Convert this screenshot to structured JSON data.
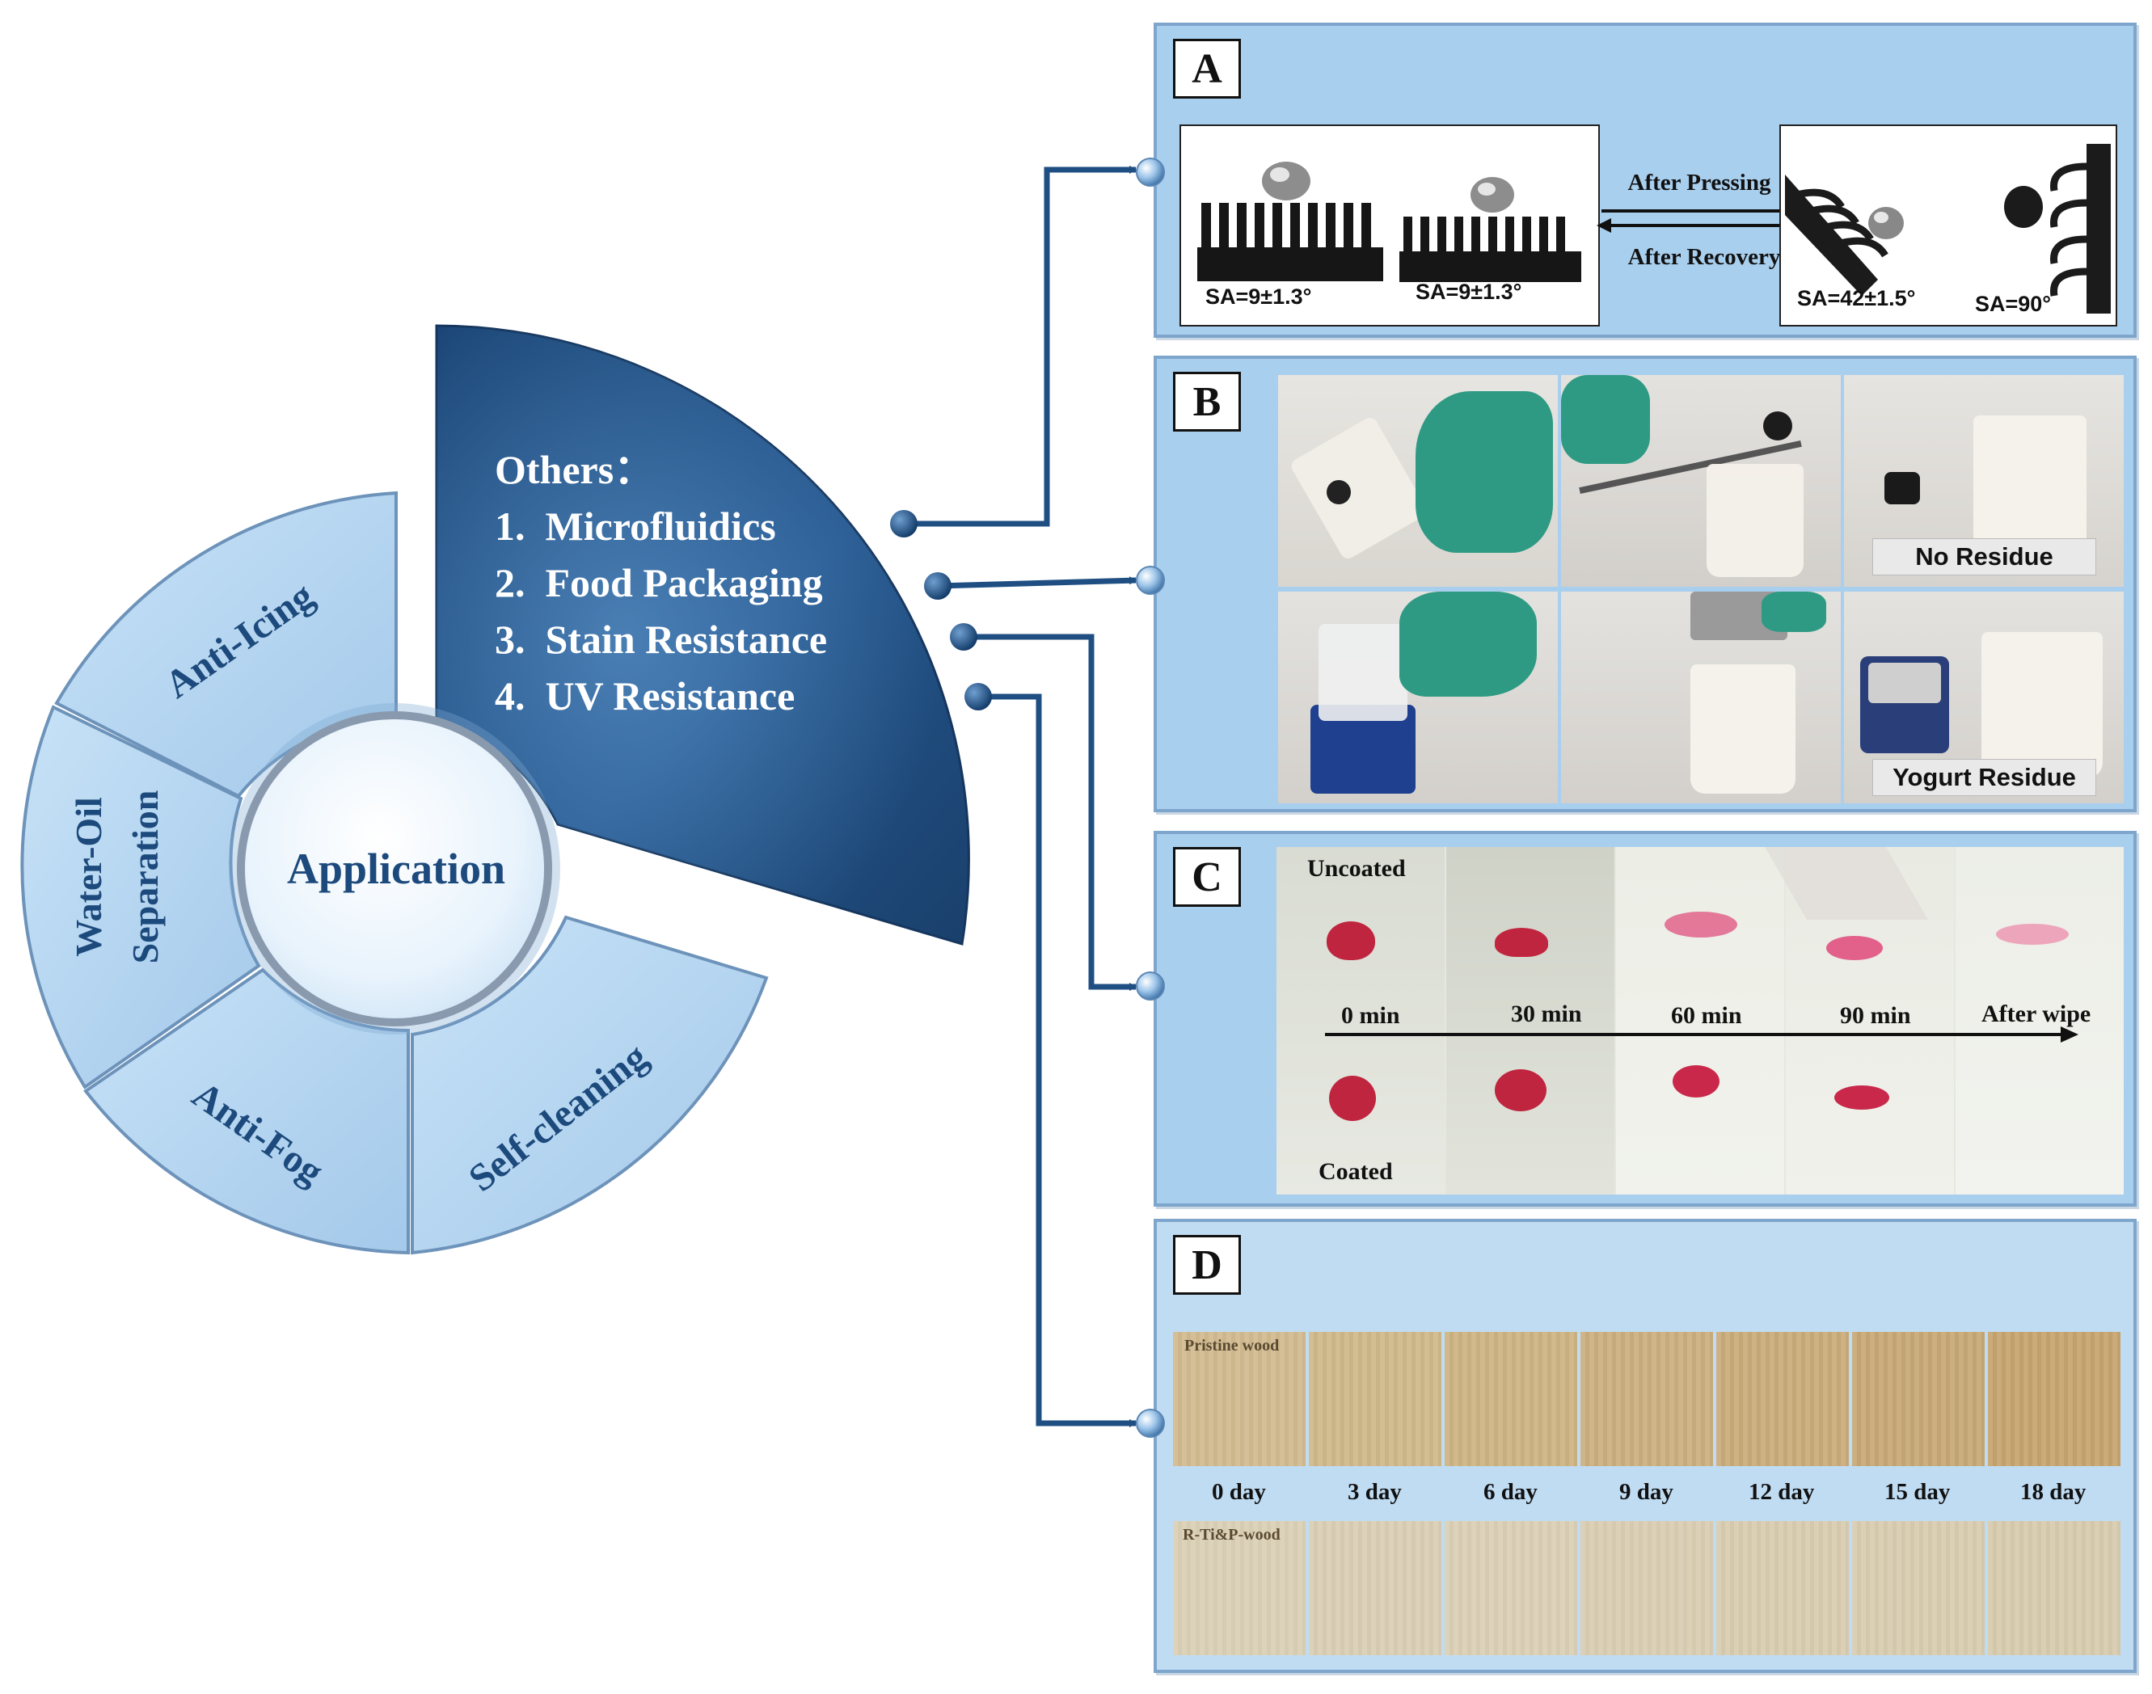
{
  "wheel": {
    "center_label": "Application",
    "segments": [
      "Anti-Icing",
      "Water-Oil",
      "Separation",
      "Anti-Fog",
      "Self-cleaning"
    ],
    "others_title": "Others：",
    "others_items": [
      "1.  Microfluidics",
      "2.  Food Packaging",
      "3.  Stain Resistance",
      "4.  UV Resistance"
    ]
  },
  "panelA": {
    "letter": "A",
    "after_pressing": "After Pressing",
    "after_recovery": "After Recovery",
    "sa1": "SA=9±1.3°",
    "sa2": "SA=9±1.3°",
    "sa3": "SA=42±1.5°",
    "sa4": "SA=90°"
  },
  "panelB": {
    "letter": "B",
    "no_residue": "No Residue",
    "yogurt_residue": "Yogurt Residue"
  },
  "panelC": {
    "letter": "C",
    "uncoated": "Uncoated",
    "coated": "Coated",
    "times": [
      "0 min",
      "30 min",
      "60 min",
      "90 min",
      "After wipe"
    ]
  },
  "panelD": {
    "letter": "D",
    "pristine": "Pristine wood",
    "treated": "R-Ti&P-wood",
    "days": [
      "0 day",
      "3 day",
      "6 day",
      "9 day",
      "12 day",
      "15 day",
      "18 day"
    ]
  },
  "colors": {
    "panel_bg": "#a9cfee",
    "connector": "#1f4f82",
    "others_dark": "#1d4a7c",
    "segment_light": "#b9d9f4"
  }
}
